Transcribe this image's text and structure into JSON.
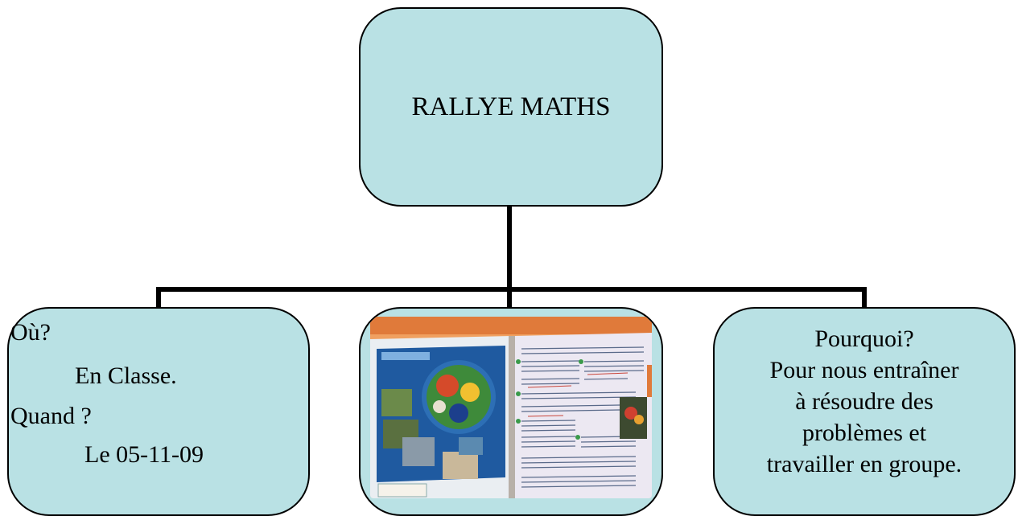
{
  "root": {
    "title": "RALLYE MATHS"
  },
  "left": {
    "line1": "Où?",
    "line2": "En Classe.",
    "line3": "Quand ?",
    "line4": "Le 05-11-09"
  },
  "right": {
    "lines": [
      "Pourquoi?",
      "Pour nous entraîner",
      "à résoudre des",
      "problèmes et",
      "travailler en groupe."
    ]
  },
  "colors": {
    "box_fill": "#b9e1e4",
    "connector": "#000000"
  }
}
